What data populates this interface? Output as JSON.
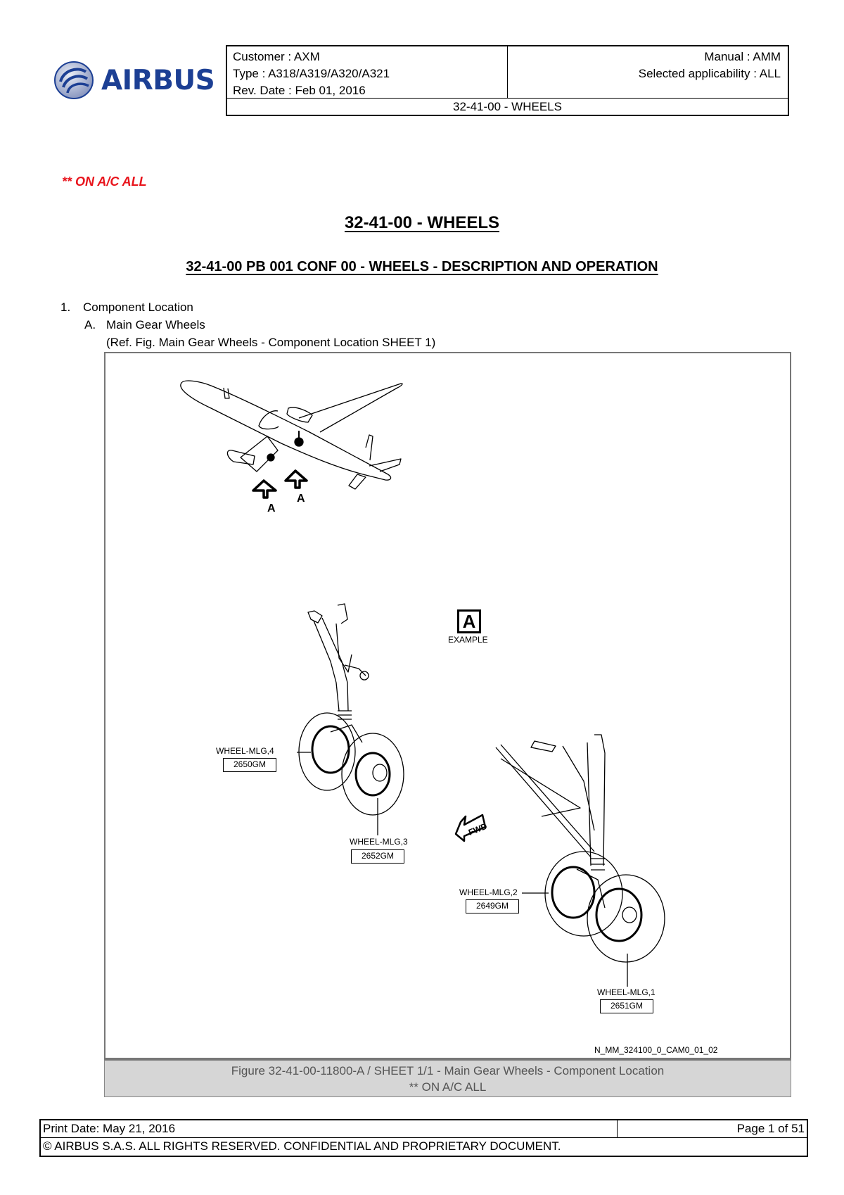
{
  "header": {
    "logo_text": "AIRBUS",
    "customer": "Customer : AXM",
    "type": "Type : A318/A319/A320/A321",
    "rev_date": "Rev. Date : Feb 01, 2016",
    "manual": "Manual : AMM",
    "applicability": "Selected applicability : ALL",
    "chapter": "32-41-00 - WHEELS",
    "brand_color": "#1c3f94"
  },
  "effectivity": "** ON A/C ALL",
  "title": "32-41-00 - WHEELS",
  "subtitle": "32-41-00 PB 001 CONF 00 - WHEELS - DESCRIPTION AND OPERATION",
  "content": {
    "item1": {
      "num": "1.",
      "text": "Component Location"
    },
    "item1a": {
      "num": "A.",
      "text": "Main Gear Wheels"
    },
    "ref": "(Ref. Fig. Main Gear Wheels - Component Location SHEET 1)"
  },
  "figure": {
    "view_arrows": [
      "A",
      "A"
    ],
    "view_label": "A",
    "view_note": "EXAMPLE",
    "fwd_label": "FWD",
    "callouts": [
      {
        "label": "WHEEL-MLG,4",
        "code": "2650GM"
      },
      {
        "label": "WHEEL-MLG,3",
        "code": "2652GM"
      },
      {
        "label": "WHEEL-MLG,2",
        "code": "2649GM"
      },
      {
        "label": "WHEEL-MLG,1",
        "code": "2651GM"
      }
    ],
    "ref_code": "N_MM_324100_0_CAM0_01_02",
    "caption_line1": "Figure 32-41-00-11800-A / SHEET 1/1 - Main Gear Wheels - Component Location",
    "caption_line2": "** ON A/C ALL"
  },
  "footer": {
    "print_date": "Print Date: May 21, 2016",
    "page": "Page 1 of 51",
    "copyright": "© AIRBUS S.A.S. ALL RIGHTS RESERVED. CONFIDENTIAL AND PROPRIETARY DOCUMENT."
  }
}
